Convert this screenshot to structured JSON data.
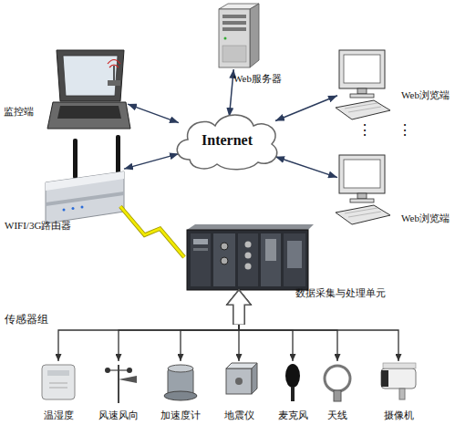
{
  "diagram": {
    "nodes": [
      {
        "text": [
          "Web服务器"
        ]
      },
      {
        "text": [
          "监控端"
        ]
      },
      {
        "text": [
          "Internet"
        ]
      },
      {
        "text": [
          "Web浏览端"
        ]
      },
      {
        "text": [
          "Web浏览端"
        ]
      },
      {
        "text": [
          "WIFI/3G路由器"
        ]
      },
      {
        "text": [
          "数据采集与处理单元"
        ]
      },
      {
        "text": [
          "温湿度"
        ]
      },
      {
        "text": [
          "风速风向"
        ]
      },
      {
        "text": [
          "加速度计"
        ]
      },
      {
        "text": [
          "地震仪"
        ]
      },
      {
        "text": [
          "麦克风"
        ]
      },
      {
        "text": [
          "天线"
        ]
      },
      {
        "text": [
          "摄像机"
        ]
      }
    ],
    "edges": [
      {
        "from": 1,
        "to": 2,
        "arrow": "both"
      },
      {
        "from": 0,
        "to": 2,
        "arrow": "both"
      },
      {
        "from": 2,
        "to": 3,
        "arrow": "both"
      },
      {
        "from": 2,
        "to": 4,
        "arrow": "both"
      },
      {
        "from": 5,
        "to": 2,
        "arrow": "both"
      },
      {
        "from": 5,
        "to": 6,
        "arrow": "none"
      },
      {
        "from": 6,
        "to": 7,
        "arrow": "both"
      },
      {
        "from": 6,
        "to": 8,
        "arrow": "both"
      },
      {
        "from": 6,
        "to": 9,
        "arrow": "both"
      },
      {
        "from": 6,
        "to": 10,
        "arrow": "both"
      },
      {
        "from": 6,
        "to": 11,
        "arrow": "both"
      },
      {
        "from": 6,
        "to": 12,
        "arrow": "both"
      },
      {
        "from": 6,
        "to": 13,
        "arrow": "both"
      }
    ],
    "labels": [
      "⋮",
      "⋮",
      "传感器组"
    ]
  }
}
